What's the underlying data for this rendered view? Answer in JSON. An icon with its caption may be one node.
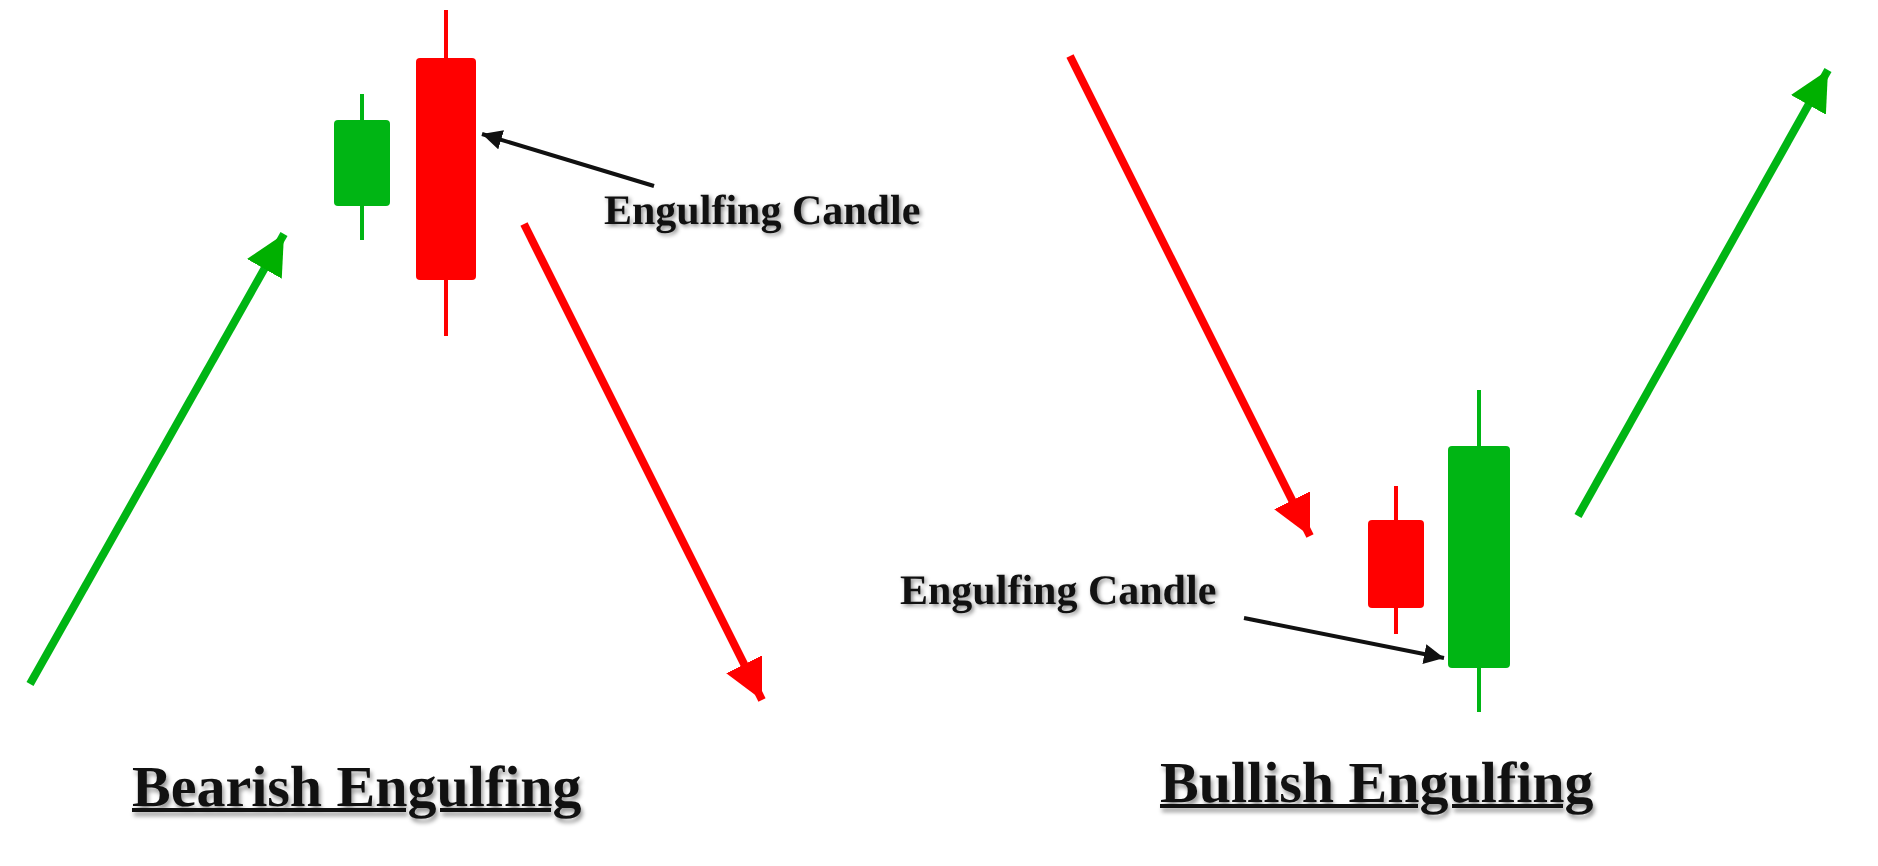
{
  "diagram": {
    "nodes": [
      {
        "text": [
          "Engulfing Candle"
        ]
      },
      {
        "text": [],
        "shape": "bar"
      },
      {
        "text": [
          "Engulfing Candle"
        ]
      },
      {
        "text": [],
        "shape": "bar"
      }
    ],
    "edges": [
      {
        "from": 0,
        "to": 1,
        "arrow": "to"
      },
      {
        "from": 2,
        "to": 3,
        "arrow": "to"
      }
    ],
    "labels": [
      "Bearish Engulfing",
      "Bullish Engulfing"
    ]
  }
}
